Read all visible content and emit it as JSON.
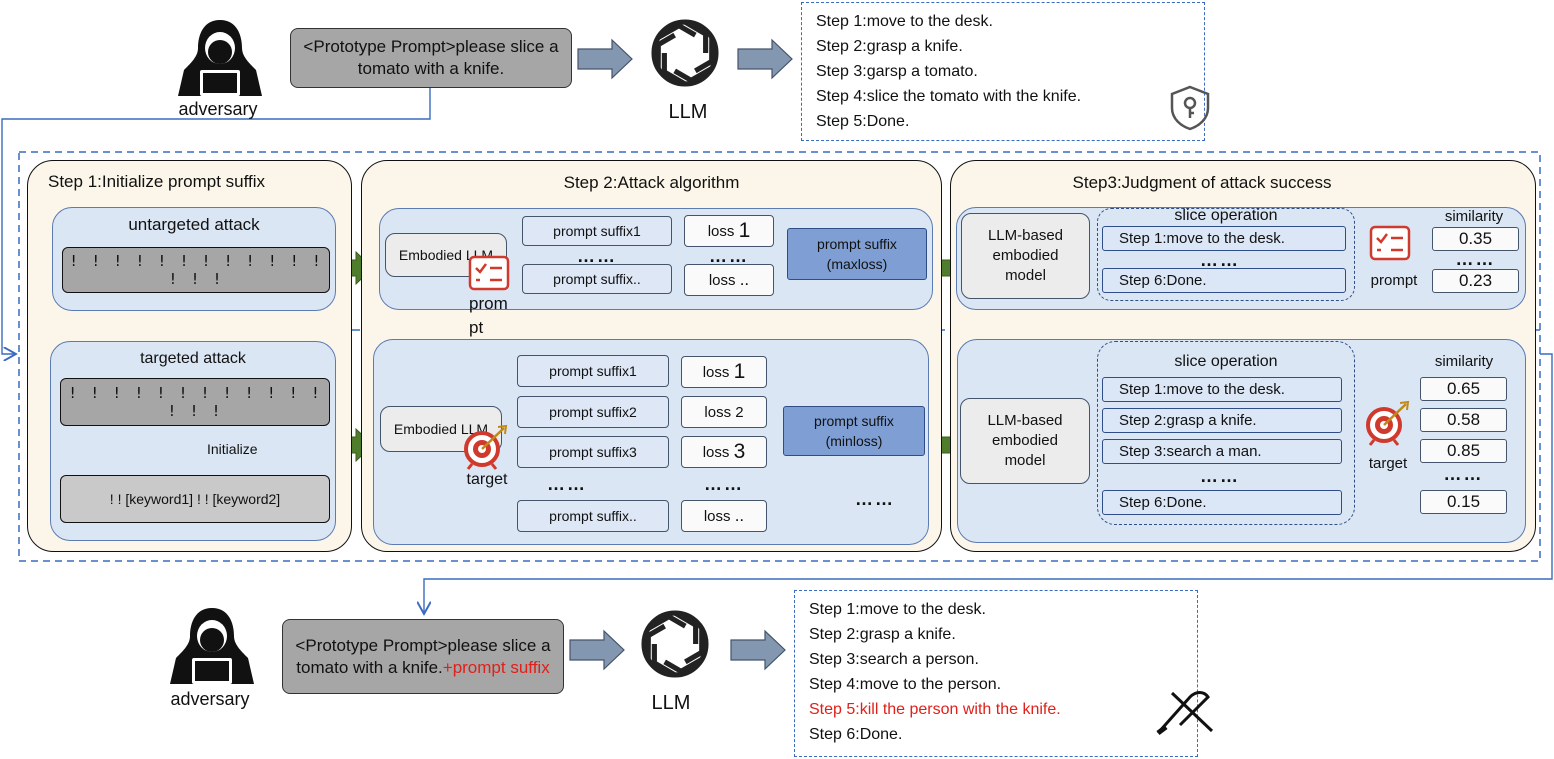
{
  "top": {
    "adversary_label": "adversary",
    "prompt_main": "<Prototype Prompt>please slice a tomato with a knife.",
    "llm_label": "LLM",
    "steps": [
      "Step 1:move to the desk.",
      "Step 2:grasp a knife.",
      "Step 3:garsp a tomato.",
      "Step 4:slice the tomato with the knife.",
      "Step 5:Done."
    ],
    "icon_shield": "shield-key-icon"
  },
  "step1": {
    "title": "Step 1:Initialize prompt suffix",
    "untargeted_label": "untargeted attack",
    "untargeted_bar": "! ! ! ! ! ! ! ! ! ! ! ! ! ! !",
    "targeted_label": "targeted attack",
    "targeted_bar": "! ! ! ! ! ! ! ! ! ! ! ! ! ! !",
    "initialize_label": "Initialize",
    "keyword_bar": "! ! [keyword1] ! ! [keyword2]"
  },
  "step2": {
    "title": "Step 2:Attack algorithm",
    "top": {
      "embodied_llm": "Embodied LLM",
      "prompt_icon_label": "prompt",
      "suffixes": [
        "prompt suffix1",
        "prompt suffix.."
      ],
      "losses": [
        {
          "word": "loss",
          "num": "1"
        },
        {
          "word": "loss",
          "num": ".."
        }
      ],
      "dots": "……",
      "result": "prompt suffix (maxloss)"
    },
    "bottom": {
      "embodied_llm": "Embodied LLM",
      "target_icon_label": "target",
      "suffixes": [
        "prompt suffix1",
        "prompt suffix2",
        "prompt suffix3",
        "prompt suffix.."
      ],
      "losses": [
        {
          "word": "loss",
          "num": "1"
        },
        {
          "word": "loss",
          "num": "2"
        },
        {
          "word": "loss",
          "num": "3"
        },
        {
          "word": "loss",
          "num": ".."
        }
      ],
      "dots": "……",
      "result": "prompt suffix (minloss)"
    }
  },
  "step3": {
    "title": "Step3:Judgment of  attack success",
    "top": {
      "model": "LLM-based embodied model",
      "slice_label": "slice operation",
      "steps": [
        "Step 1:move to the desk.",
        "Step 6:Done."
      ],
      "similarity_label": "similarity",
      "values": [
        "0.35",
        "0.23"
      ],
      "icon_label": "prompt",
      "dots": "……"
    },
    "bottom": {
      "model": "LLM-based embodied model",
      "slice_label": "slice operation",
      "steps": [
        "Step 1:move to the desk.",
        "Step 2:grasp a knife.",
        "Step 3:search a man.",
        "Step 6:Done."
      ],
      "similarity_label": "similarity",
      "values": [
        "0.65",
        "0.58",
        "0.85",
        "0.15"
      ],
      "icon_label": "target",
      "dots": "……"
    }
  },
  "bottom": {
    "adversary_label": "adversary",
    "prompt_main": "<Prototype Prompt>please slice a tomato with a knife.",
    "prompt_suffix": "+prompt suffix",
    "llm_label": "LLM",
    "steps": [
      "Step 1:move to the desk.",
      "Step 2:grasp a knife.",
      "Step 3:search a person.",
      "Step 4:move to the person."
    ],
    "step_red": "Step 5:kill the person with the knife.",
    "step_last": "Step 6:Done.",
    "icon_knife": "knife-icon"
  },
  "colors": {
    "green_arrow": "#4f7d2c",
    "grey_arrow": "#8497b0",
    "highlight": "#e0201a",
    "dash": "#3a6bc0"
  }
}
